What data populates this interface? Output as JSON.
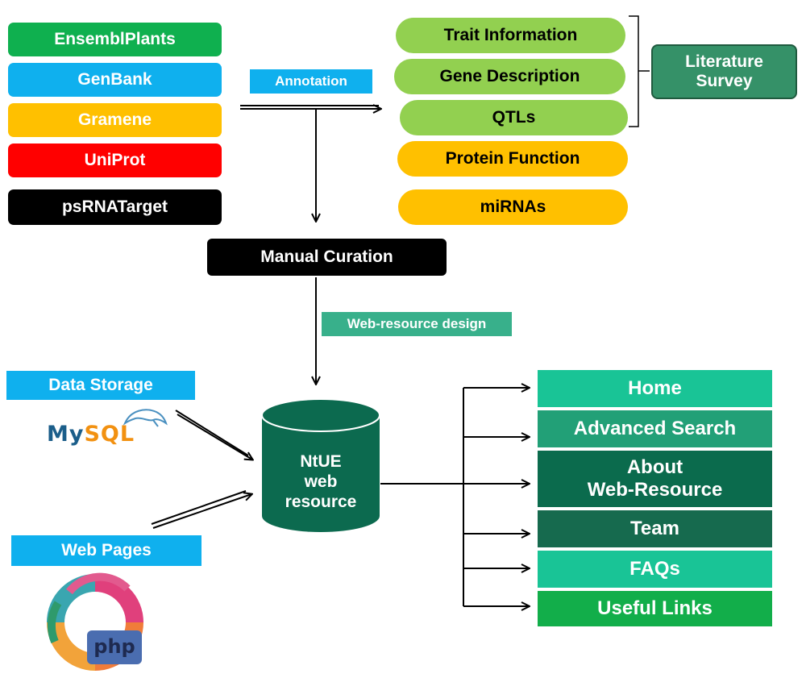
{
  "sources": {
    "ensembl": "EnsemblPlants",
    "genbank": "GenBank",
    "gramene": "Gramene",
    "uniprot": "UniProt",
    "psrna": "psRNATarget"
  },
  "annotation_label": "Annotation",
  "annotations": {
    "trait": "Trait Information",
    "gene": "Gene Description",
    "qtl": "QTLs",
    "protein": "Protein Function",
    "mirna": "miRNAs"
  },
  "literature": {
    "line1": "Literature",
    "line2": "Survey"
  },
  "curation": "Manual Curation",
  "design_label": "Web-resource design",
  "storage": {
    "label": "Data Storage",
    "mysql_logo": {
      "my": "My",
      "sql": "SQL"
    }
  },
  "webpages": {
    "label": "Web Pages",
    "php_logo": "php"
  },
  "database": {
    "line1": "NtUE",
    "line2": "web",
    "line3": "resource"
  },
  "menu": {
    "home": "Home",
    "search": "Advanced Search",
    "about_line1": "About",
    "about_line2": "Web-Resource",
    "team": "Team",
    "faqs": "FAQs",
    "links": "Useful Links"
  },
  "colors": {
    "ensembl": "#0fb04f",
    "genbank": "#0fb0ee",
    "gramene": "#ffc000",
    "uniprot": "#ff0000",
    "psrna": "#000000",
    "green_pill": "#92d050",
    "orange_pill": "#ffc000",
    "literature": "#359168",
    "db": "#0c6a4f",
    "design": "#38b08b"
  }
}
